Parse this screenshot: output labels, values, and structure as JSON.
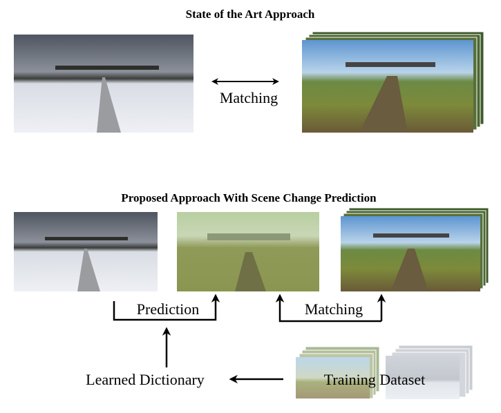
{
  "titles": {
    "state_of_art": "State of the Art Approach",
    "proposed": "Proposed Approach With Scene Change Prediction"
  },
  "labels": {
    "matching_top": "Matching",
    "prediction": "Prediction",
    "matching_bottom": "Matching",
    "learned_dictionary": "Learned Dictionary",
    "training_dataset": "Training Dataset"
  },
  "colors": {
    "winter_sky": "#5f6470",
    "snow": "#e4e8ee",
    "summer_sky": "#7fb2e0",
    "grass": "#6f8a3a",
    "arrow": "#000000"
  }
}
